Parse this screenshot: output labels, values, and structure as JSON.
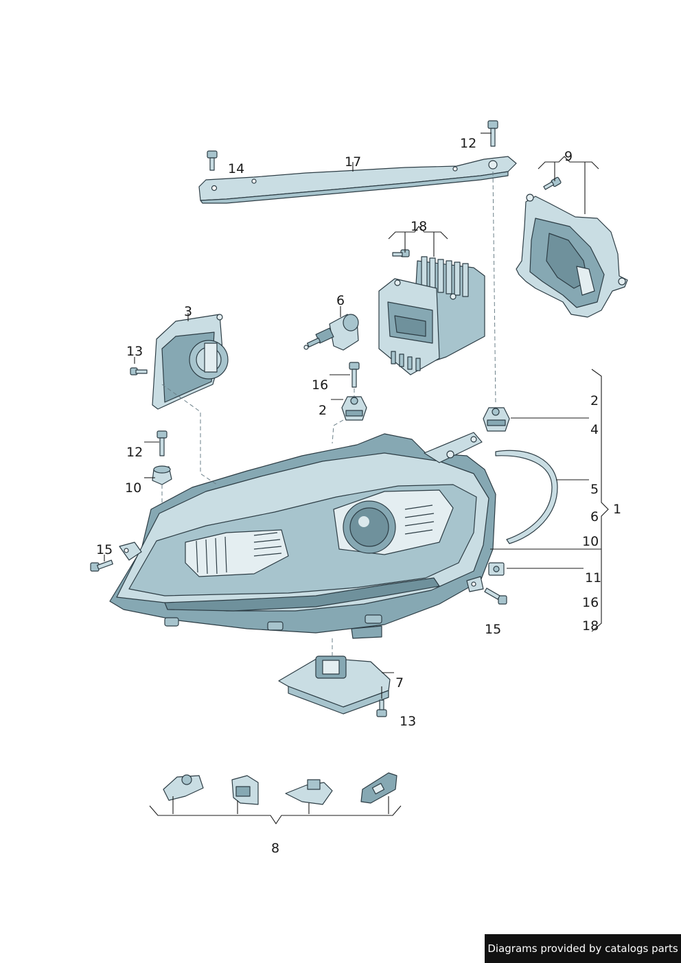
{
  "footer": {
    "text": "Diagrams provided by catalogs parts"
  },
  "callouts": {
    "c17": "17",
    "c14": "14",
    "c12_top": "12",
    "c9": "9",
    "c18": "18",
    "c6": "6",
    "c3": "3",
    "c13_left": "13",
    "c16_mid": "16",
    "c2_mid": "2",
    "c12_left": "12",
    "c10_left": "10",
    "c15_left": "15",
    "c15_right": "15",
    "c7": "7",
    "c13_bottom": "13",
    "c8": "8",
    "c1": "1"
  },
  "bracket_list": [
    "2",
    "4",
    "5",
    "6",
    "10",
    "11",
    "16",
    "18"
  ],
  "colors": {
    "part_light": "#c9dde3",
    "part_mid": "#a7c4cd",
    "part_dark": "#6f919c",
    "outline": "#2c3c44"
  }
}
